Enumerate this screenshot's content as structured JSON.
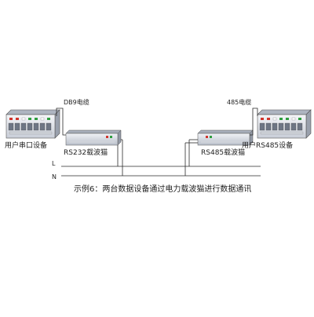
{
  "labels": {
    "left_device": "用户串口设备",
    "right_device": "用户RS485设备",
    "left_cable": "DB9电缆",
    "right_cable": "485电缆",
    "left_modem": "RS232载波猫",
    "right_modem": "RS485载波猫",
    "line_l": "L",
    "line_n": "N",
    "caption": "示例6：两台数据设备通过电力载波猫进行数据通讯"
  },
  "colors": {
    "line": "#2a2a2a",
    "device_body": "#e4e7ed",
    "device_top": "#9ea6b3",
    "led_red": "#d0342c",
    "led_green": "#2e9d3e",
    "led_white": "#ffffff"
  }
}
